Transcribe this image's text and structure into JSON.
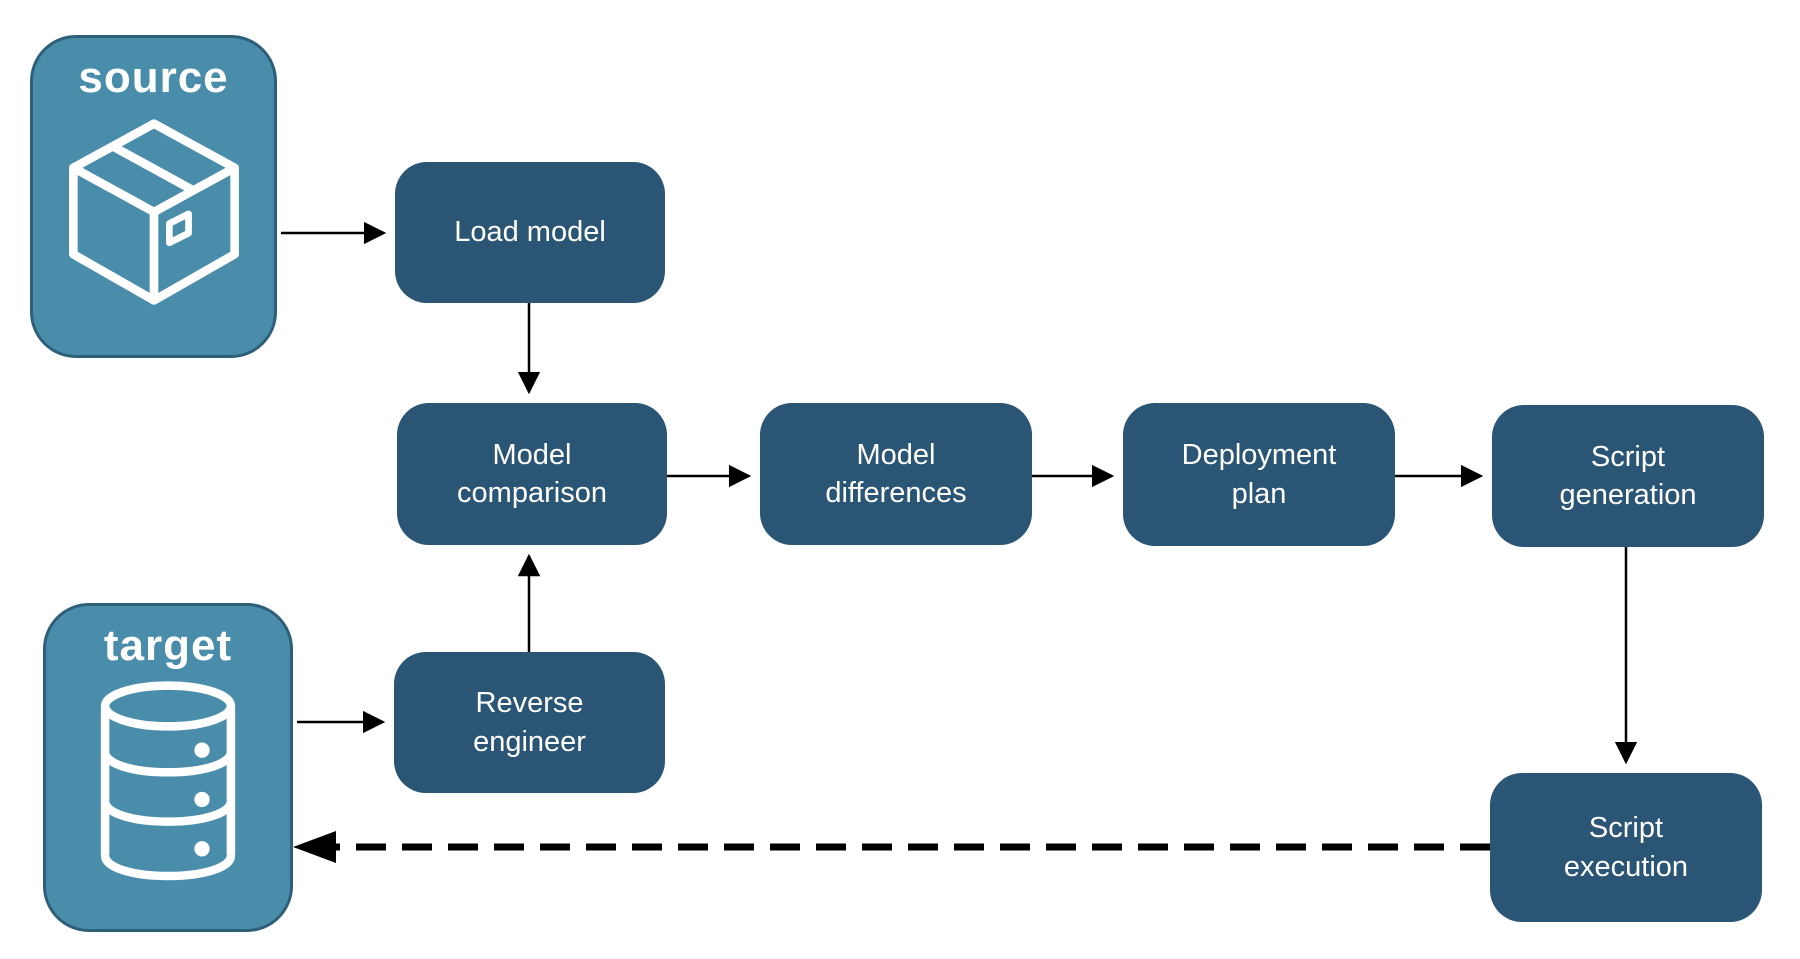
{
  "diagram": {
    "title": "",
    "entities": {
      "source": {
        "label": "source",
        "icon": "package-icon"
      },
      "target": {
        "label": "target",
        "icon": "database-icon"
      }
    },
    "nodes": {
      "load_model": {
        "label": "Load model"
      },
      "model_comparison": {
        "label": "Model\ncomparison"
      },
      "model_differences": {
        "label": "Model\ndifferences"
      },
      "deployment_plan": {
        "label": "Deployment\nplan"
      },
      "script_generation": {
        "label": "Script\ngeneration"
      },
      "reverse_engineer": {
        "label": "Reverse\nengineer"
      },
      "script_execution": {
        "label": "Script\nexecution"
      }
    },
    "edges": [
      {
        "from": "source",
        "to": "load_model",
        "style": "solid"
      },
      {
        "from": "load_model",
        "to": "model_comparison",
        "style": "solid"
      },
      {
        "from": "model_comparison",
        "to": "model_differences",
        "style": "solid"
      },
      {
        "from": "model_differences",
        "to": "deployment_plan",
        "style": "solid"
      },
      {
        "from": "deployment_plan",
        "to": "script_generation",
        "style": "solid"
      },
      {
        "from": "script_generation",
        "to": "script_execution",
        "style": "solid"
      },
      {
        "from": "target",
        "to": "reverse_engineer",
        "style": "solid"
      },
      {
        "from": "reverse_engineer",
        "to": "model_comparison",
        "style": "solid"
      },
      {
        "from": "script_execution",
        "to": "target",
        "style": "dashed"
      }
    ],
    "colors": {
      "entity_fill": "#4A8DAB",
      "entity_border": "#2E5F79",
      "node_fill": "#2A5574",
      "text": "#FFFFFF",
      "arrow": "#000000",
      "background": "#FFFFFF"
    }
  }
}
